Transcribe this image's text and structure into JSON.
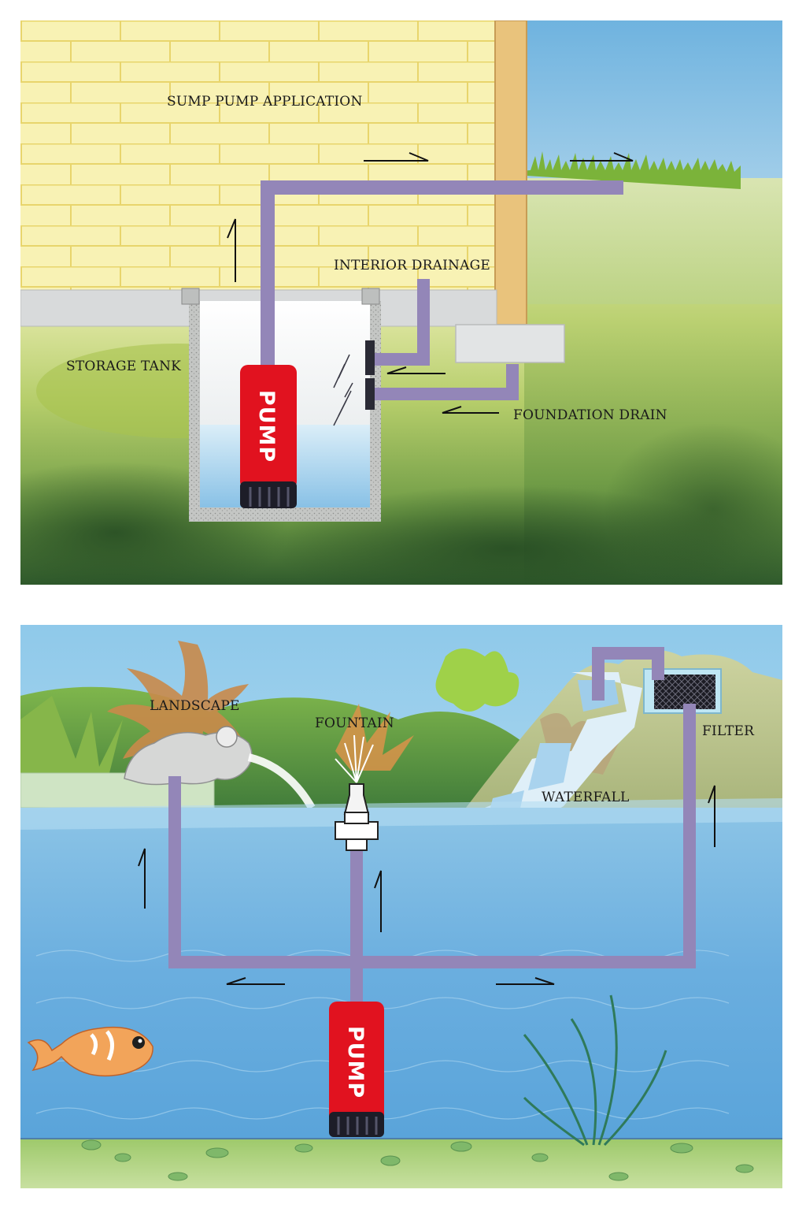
{
  "top_panel": {
    "title": "SUMP PUMP APPLICATION",
    "labels": {
      "interior_drainage": "INTERIOR DRAINAGE",
      "storage_tank": "STORAGE TANK",
      "foundation_drain": "FOUNDATION DRAIN"
    },
    "pump_label": "PUMP"
  },
  "bottom_panel": {
    "labels": {
      "landscape": "LANDSCAPE",
      "fountain": "FOUNTAIN",
      "filter": "FILTER",
      "waterfall": "WATERFALL"
    },
    "pump_label": "PUMP"
  },
  "colors": {
    "pipe": "#9386b8",
    "pump_body": "#e1121f",
    "pump_base": "#1d1d28",
    "brick": "#f8f2b4",
    "water": "#8fc6ea",
    "grass": "#9cc24a"
  }
}
